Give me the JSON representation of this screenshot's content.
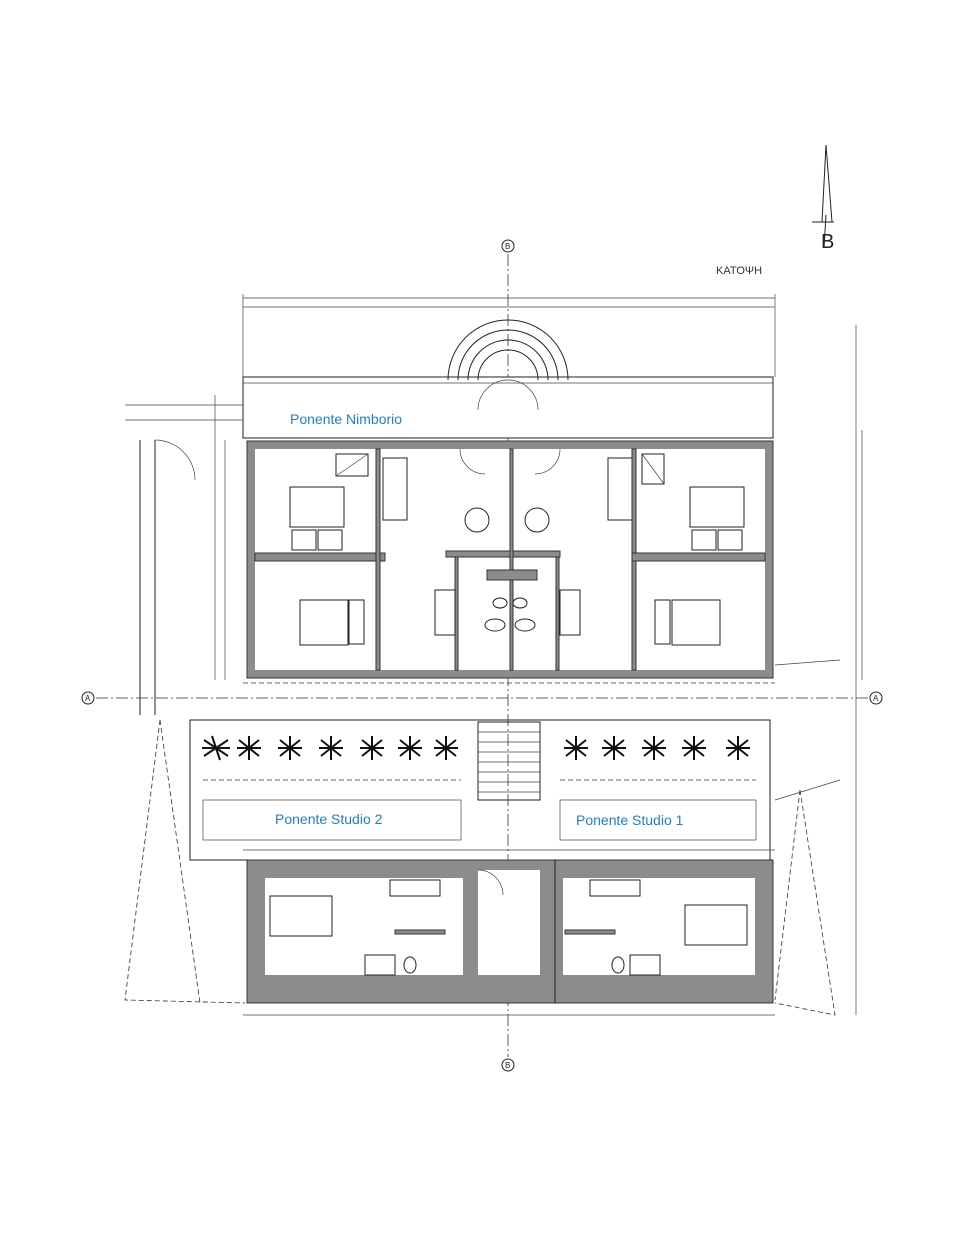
{
  "drawing": {
    "title": "ΚΑΤΟΨΗ",
    "north_label": "B",
    "grid_markers": {
      "horizontal_axis": "A",
      "vertical_axis": "B"
    },
    "units": [
      {
        "name": "Ponente Nimborio"
      },
      {
        "name": "Ponente Studio 2"
      },
      {
        "name": "Ponente Studio 1"
      }
    ],
    "colors": {
      "unit_label": "#1f7fd1",
      "walls": "#8c8c8c",
      "lines": "#222222"
    }
  }
}
